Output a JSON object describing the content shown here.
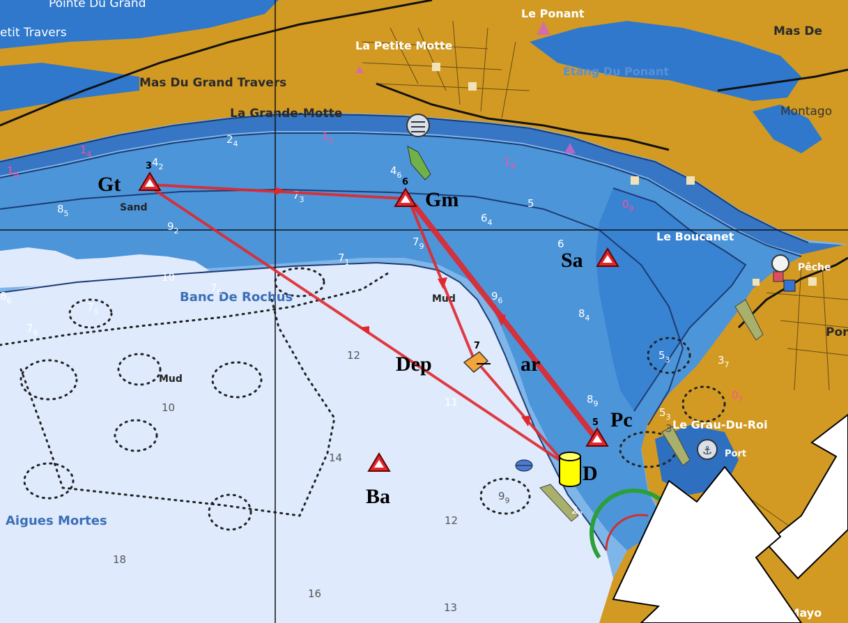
{
  "places": {
    "pointe_du_grand": "Pointe Du Grand",
    "petit_travers": "etit Travers",
    "mas_de": "Mas De",
    "le_ponant": "Le Ponant",
    "la_petite_motte": "La Petite Motte",
    "etang_du_ponant": "Étang Du Ponant",
    "mas_du_grand_travers": "Mas Du Grand Travers",
    "la_grande_motte": "La Grande-Motte",
    "montago": "Montago",
    "le_boucanet": "Le Boucanet",
    "peche": "Pêche",
    "pon": "Pon",
    "banc_de_rochus": "Banc De Rochus",
    "aigues_mortes": "Aigues Mortes",
    "le_grau_du_roi": "Le Grau-Du-Roi",
    "la_mayo": "La Mayo",
    "port": "Port"
  },
  "seabed": {
    "sand": "Sand",
    "mud1": "Mud",
    "mud2": "Mud"
  },
  "depths": [
    {
      "m": "1",
      "s": "9",
      "c": "pink"
    },
    {
      "m": "1",
      "s": "4",
      "c": "pink"
    },
    {
      "m": "2",
      "s": "4",
      "c": "white"
    },
    {
      "m": "1",
      "s": "5",
      "c": "pink"
    },
    {
      "m": "1",
      "s": "4",
      "c": "pink"
    },
    {
      "m": "4",
      "s": "2",
      "c": "white"
    },
    {
      "m": "4",
      "s": "6",
      "c": "white"
    },
    {
      "m": "7",
      "s": "3",
      "c": "white"
    },
    {
      "m": "8",
      "s": "5",
      "c": "white"
    },
    {
      "m": "9",
      "s": "2",
      "c": "white"
    },
    {
      "m": "6",
      "s": "4",
      "c": "white"
    },
    {
      "m": "5",
      "s": "",
      "c": "white"
    },
    {
      "m": "0",
      "s": "9",
      "c": "pink"
    },
    {
      "m": "7",
      "s": "9",
      "c": "white"
    },
    {
      "m": "7",
      "s": "1",
      "c": "white"
    },
    {
      "m": "6",
      "s": "",
      "c": "white"
    },
    {
      "m": "8",
      "s": "6",
      "c": "white"
    },
    {
      "m": "10",
      "s": "",
      "c": "white"
    },
    {
      "m": "7",
      "s": "6",
      "c": "white"
    },
    {
      "m": "7",
      "s": "5",
      "c": "white"
    },
    {
      "m": "7",
      "s": "6",
      "c": "white"
    },
    {
      "m": "9",
      "s": "6",
      "c": "white"
    },
    {
      "m": "8",
      "s": "4",
      "c": "white"
    },
    {
      "m": "5",
      "s": "3",
      "c": "white"
    },
    {
      "m": "3",
      "s": "7",
      "c": "white"
    },
    {
      "m": "0",
      "s": "7",
      "c": "pink"
    },
    {
      "m": "12",
      "s": "",
      "c": "dark"
    },
    {
      "m": "10",
      "s": "",
      "c": "dark"
    },
    {
      "m": "11",
      "s": "",
      "c": "white"
    },
    {
      "m": "8",
      "s": "9",
      "c": "white"
    },
    {
      "m": "5",
      "s": "3",
      "c": "white"
    },
    {
      "m": "14",
      "s": "",
      "c": "dark"
    },
    {
      "m": "12",
      "s": "",
      "c": "dark"
    },
    {
      "m": "9",
      "s": "9",
      "c": "dark"
    },
    {
      "m": "2",
      "s": "3",
      "c": "white"
    },
    {
      "m": "18",
      "s": "",
      "c": "dark"
    },
    {
      "m": "16",
      "s": "",
      "c": "dark"
    },
    {
      "m": "13",
      "s": "",
      "c": "dark"
    },
    {
      "m": "3",
      "s": "",
      "c": "dark"
    }
  ],
  "waypoints": {
    "gt": {
      "label": "Gt",
      "num": "3"
    },
    "gm": {
      "label": "Gm",
      "num": "6"
    },
    "sa": {
      "label": "Sa"
    },
    "pc": {
      "label": "Pc",
      "num": "5"
    },
    "ba": {
      "label": "Ba"
    },
    "dep": {
      "label_left": "Dep",
      "label_right": "ar",
      "num": "7"
    },
    "d": {
      "label": "D"
    }
  },
  "route_color": "#e0282d",
  "colors": {
    "land": "#d29a23",
    "deep_water": "#7fb6ea",
    "mid_water": "#4d95d9",
    "shallow_water": "#dfeafd",
    "contour": "#1c3b72"
  }
}
